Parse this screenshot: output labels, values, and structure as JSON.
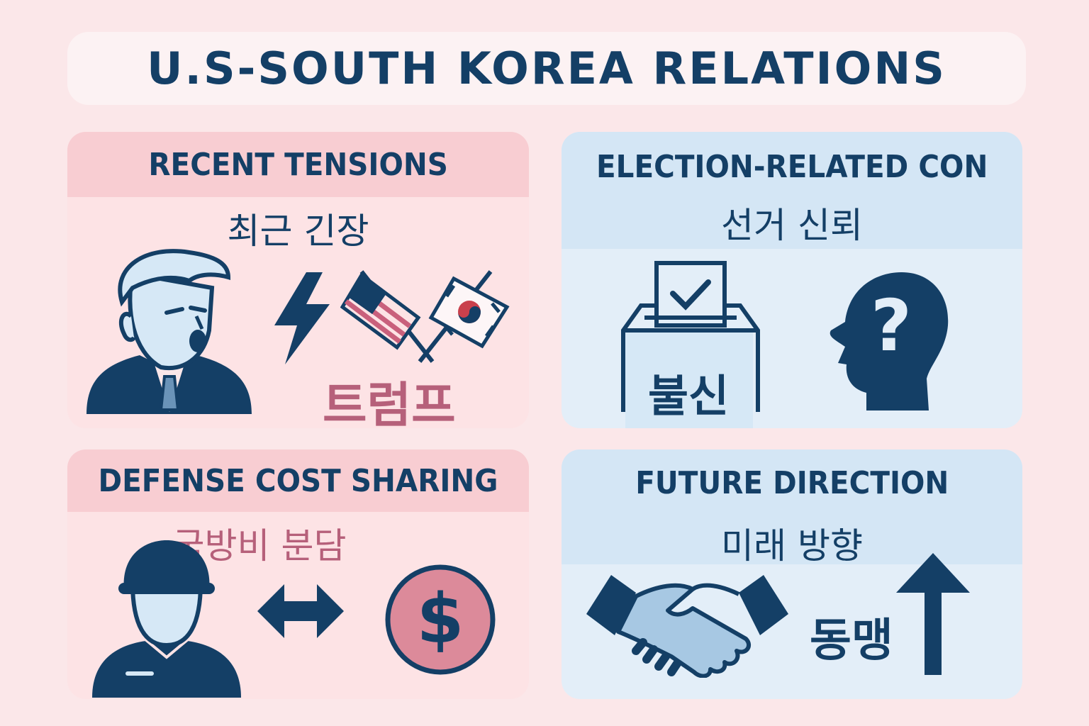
{
  "title": "U.S-SOUTH KOREA RELATIONS",
  "panels": {
    "tensions": {
      "heading": "RECENT TENSIONS",
      "subtitle": "최근 긴장",
      "label": "트럼프"
    },
    "election": {
      "heading": "ELECTION-RELATED CON",
      "subtitle": "선거 신뢰",
      "label": "불신"
    },
    "defense": {
      "heading": "DEFENSE COST SHARING",
      "subtitle": "국방비 분담"
    },
    "future": {
      "heading": "FUTURE DIRECTION",
      "subtitle": "미래 방향",
      "label": "동맹"
    }
  },
  "icons": {
    "tensions": [
      "person-bust-icon",
      "lightning-icon",
      "us-flag-icon",
      "korea-flag-icon"
    ],
    "election": [
      "ballot-box-icon",
      "checkmark-icon",
      "head-question-icon"
    ],
    "defense": [
      "soldier-icon",
      "double-arrow-icon",
      "dollar-coin-icon"
    ],
    "future": [
      "handshake-icon",
      "up-arrow-icon"
    ]
  },
  "colors": {
    "navy": "#143f66",
    "rose": "#b6607a",
    "pink_panel": "#fde3e5",
    "blue_panel": "#e3eef8",
    "light_blue_fill": "#d6e8f6"
  }
}
